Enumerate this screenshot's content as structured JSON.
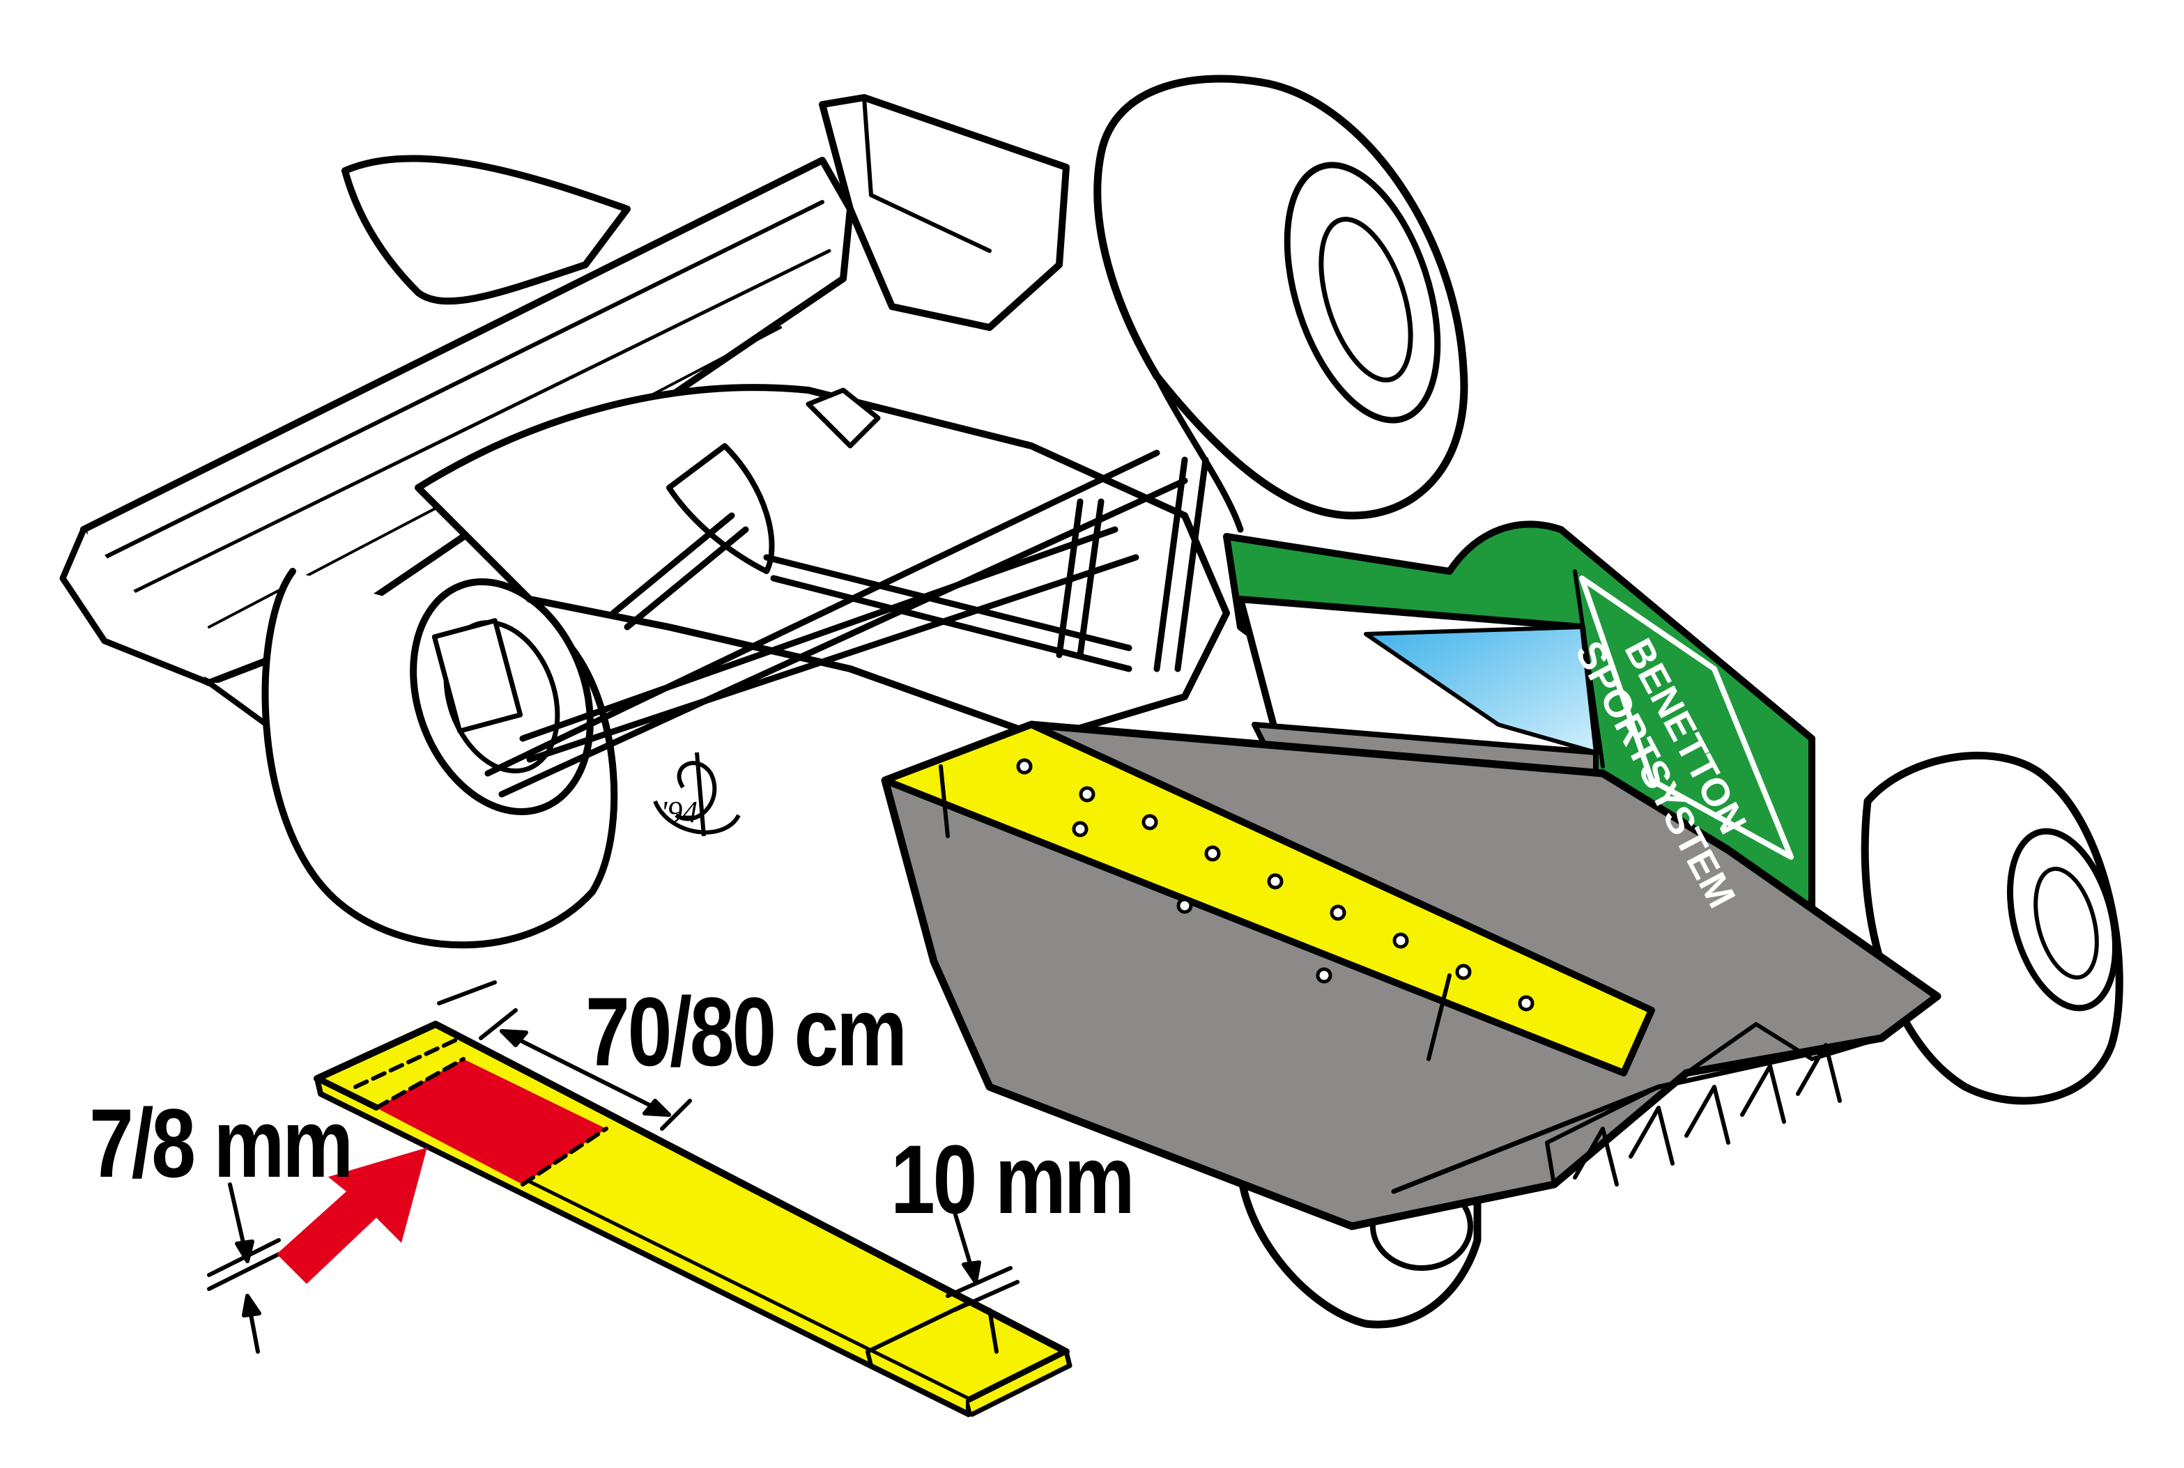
{
  "diagram": {
    "sponsor_text_line1": "BENETTON",
    "sponsor_text_line2": "SPORTSYSTEM",
    "plank_length_label": "70/80 cm",
    "plank_thickness_worn_label": "7/8 mm",
    "plank_thickness_new_label": "10 mm",
    "artist_signature": "'94"
  },
  "colors": {
    "plank_yellow": "#f7f200",
    "wear_red": "#e3001b",
    "floor_grey": "#8c8a88",
    "bodywork_green": "#1e9a3c",
    "windscreen_blue": "#5fc3ef",
    "line": "#000000"
  }
}
